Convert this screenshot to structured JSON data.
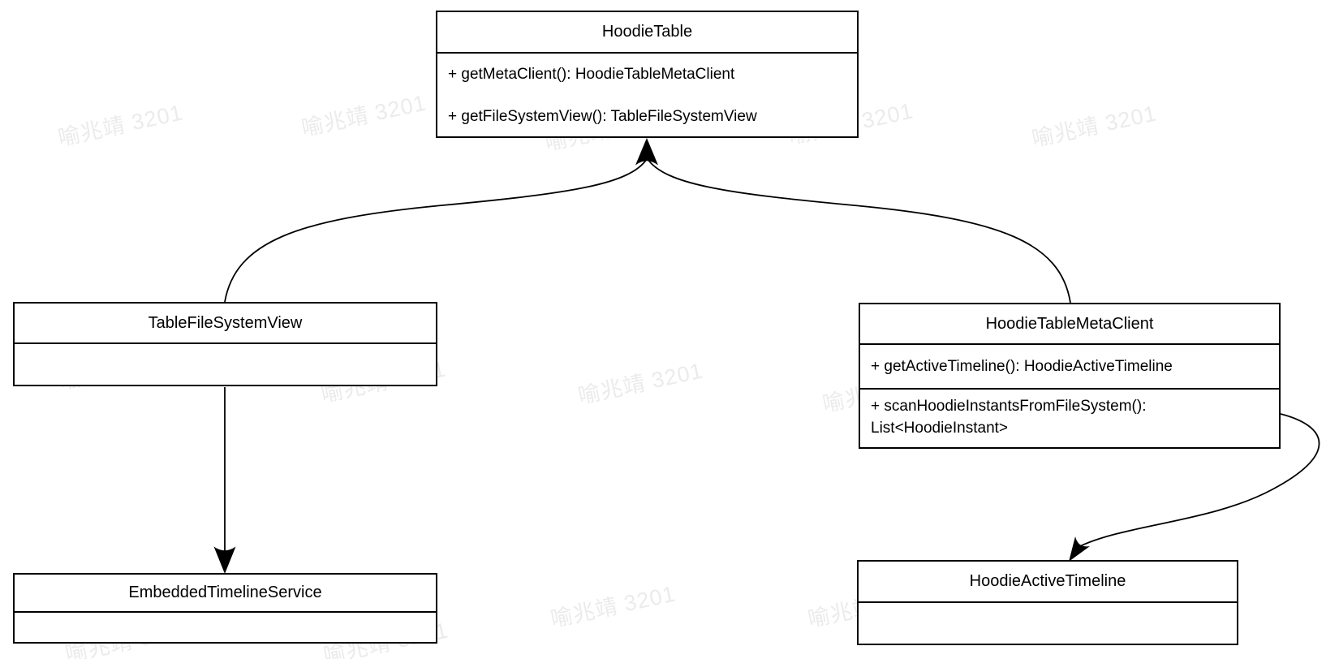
{
  "watermark": {
    "text": "喻兆靖 3201",
    "color": "#ebebeb"
  },
  "colors": {
    "line": "#000000",
    "background": "#ffffff",
    "box_fill": "#ffffff"
  },
  "classes": {
    "hoodieTable": {
      "title": "HoodieTable",
      "methods": [
        "+ getMetaClient(): HoodieTableMetaClient",
        "+ getFileSystemView(): TableFileSystemView"
      ]
    },
    "tableFileSystemView": {
      "title": "TableFileSystemView",
      "methods": []
    },
    "hoodieTableMetaClient": {
      "title": "HoodieTableMetaClient",
      "methods": [
        "+ getActiveTimeline(): HoodieActiveTimeline",
        "+ scanHoodieInstantsFromFileSystem(): List<HoodieInstant>"
      ]
    },
    "embeddedTimelineService": {
      "title": "EmbeddedTimelineService",
      "methods": []
    },
    "hoodieActiveTimeline": {
      "title": "HoodieActiveTimeline",
      "methods": []
    }
  },
  "relations": [
    {
      "from": "TableFileSystemView",
      "to": "HoodieTable",
      "style": "curved-arrow"
    },
    {
      "from": "HoodieTableMetaClient",
      "to": "HoodieTable",
      "style": "curved-arrow"
    },
    {
      "from": "TableFileSystemView",
      "to": "EmbeddedTimelineService",
      "style": "straight-arrow"
    },
    {
      "from": "HoodieTableMetaClient",
      "to": "HoodieActiveTimeline",
      "style": "curved-arrow"
    }
  ]
}
